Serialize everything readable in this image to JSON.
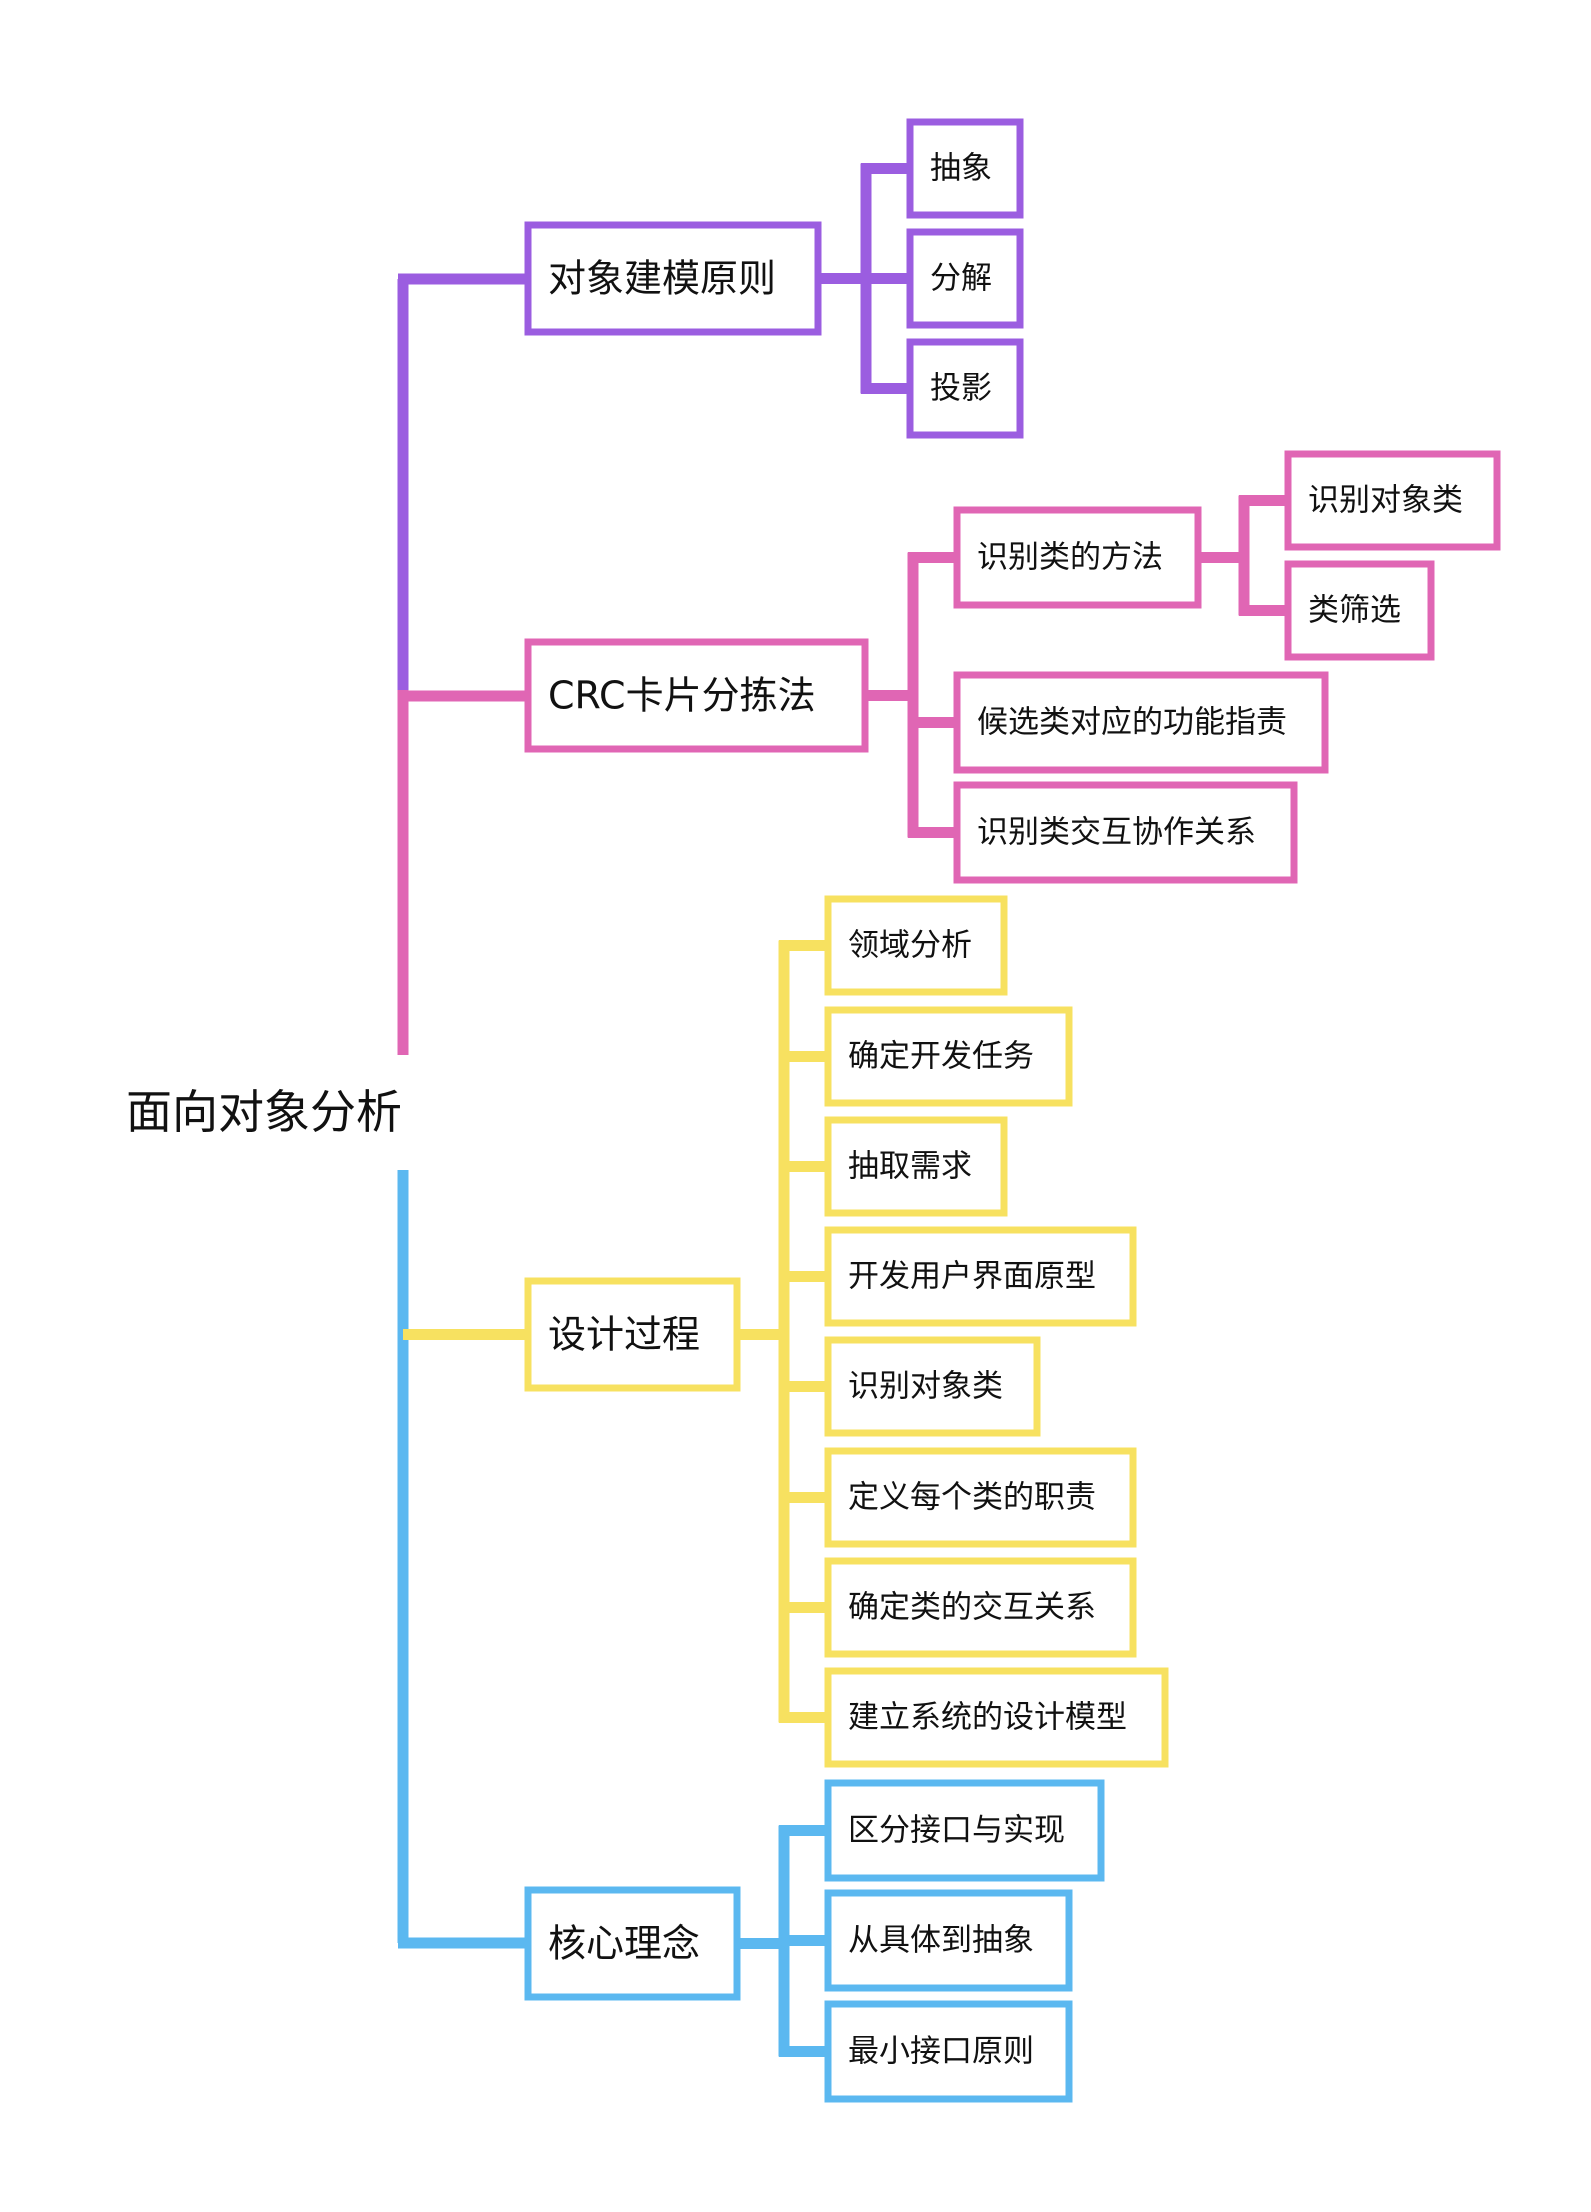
{
  "root": {
    "label": "面向对象分析"
  },
  "branches": [
    {
      "label": "对象建模原则",
      "color": "#9B5DE0",
      "children": [
        {
          "label": "抽象",
          "children": []
        },
        {
          "label": "分解",
          "children": []
        },
        {
          "label": "投影",
          "children": []
        }
      ]
    },
    {
      "label": "CRC卡片分拣法",
      "color": "#E066B4",
      "children": [
        {
          "label": "识别类的方法",
          "children": [
            {
              "label": "识别对象类"
            },
            {
              "label": "类筛选"
            }
          ]
        },
        {
          "label": "候选类对应的功能指责",
          "children": []
        },
        {
          "label": "识别类交互协作关系",
          "children": []
        }
      ]
    },
    {
      "label": "设计过程",
      "color": "#F7E160",
      "children": [
        {
          "label": "领域分析",
          "children": []
        },
        {
          "label": "确定开发任务",
          "children": []
        },
        {
          "label": "抽取需求",
          "children": []
        },
        {
          "label": "开发用户界面原型",
          "children": []
        },
        {
          "label": "识别对象类",
          "children": []
        },
        {
          "label": "定义每个类的职责",
          "children": []
        },
        {
          "label": "确定类的交互关系",
          "children": []
        },
        {
          "label": "建立系统的设计模型",
          "children": []
        }
      ]
    },
    {
      "label": "核心理念",
      "color": "#5BB8F0",
      "children": [
        {
          "label": "区分接口与实现",
          "children": []
        },
        {
          "label": "从具体到抽象",
          "children": []
        },
        {
          "label": "最小接口原则",
          "children": []
        }
      ]
    }
  ]
}
